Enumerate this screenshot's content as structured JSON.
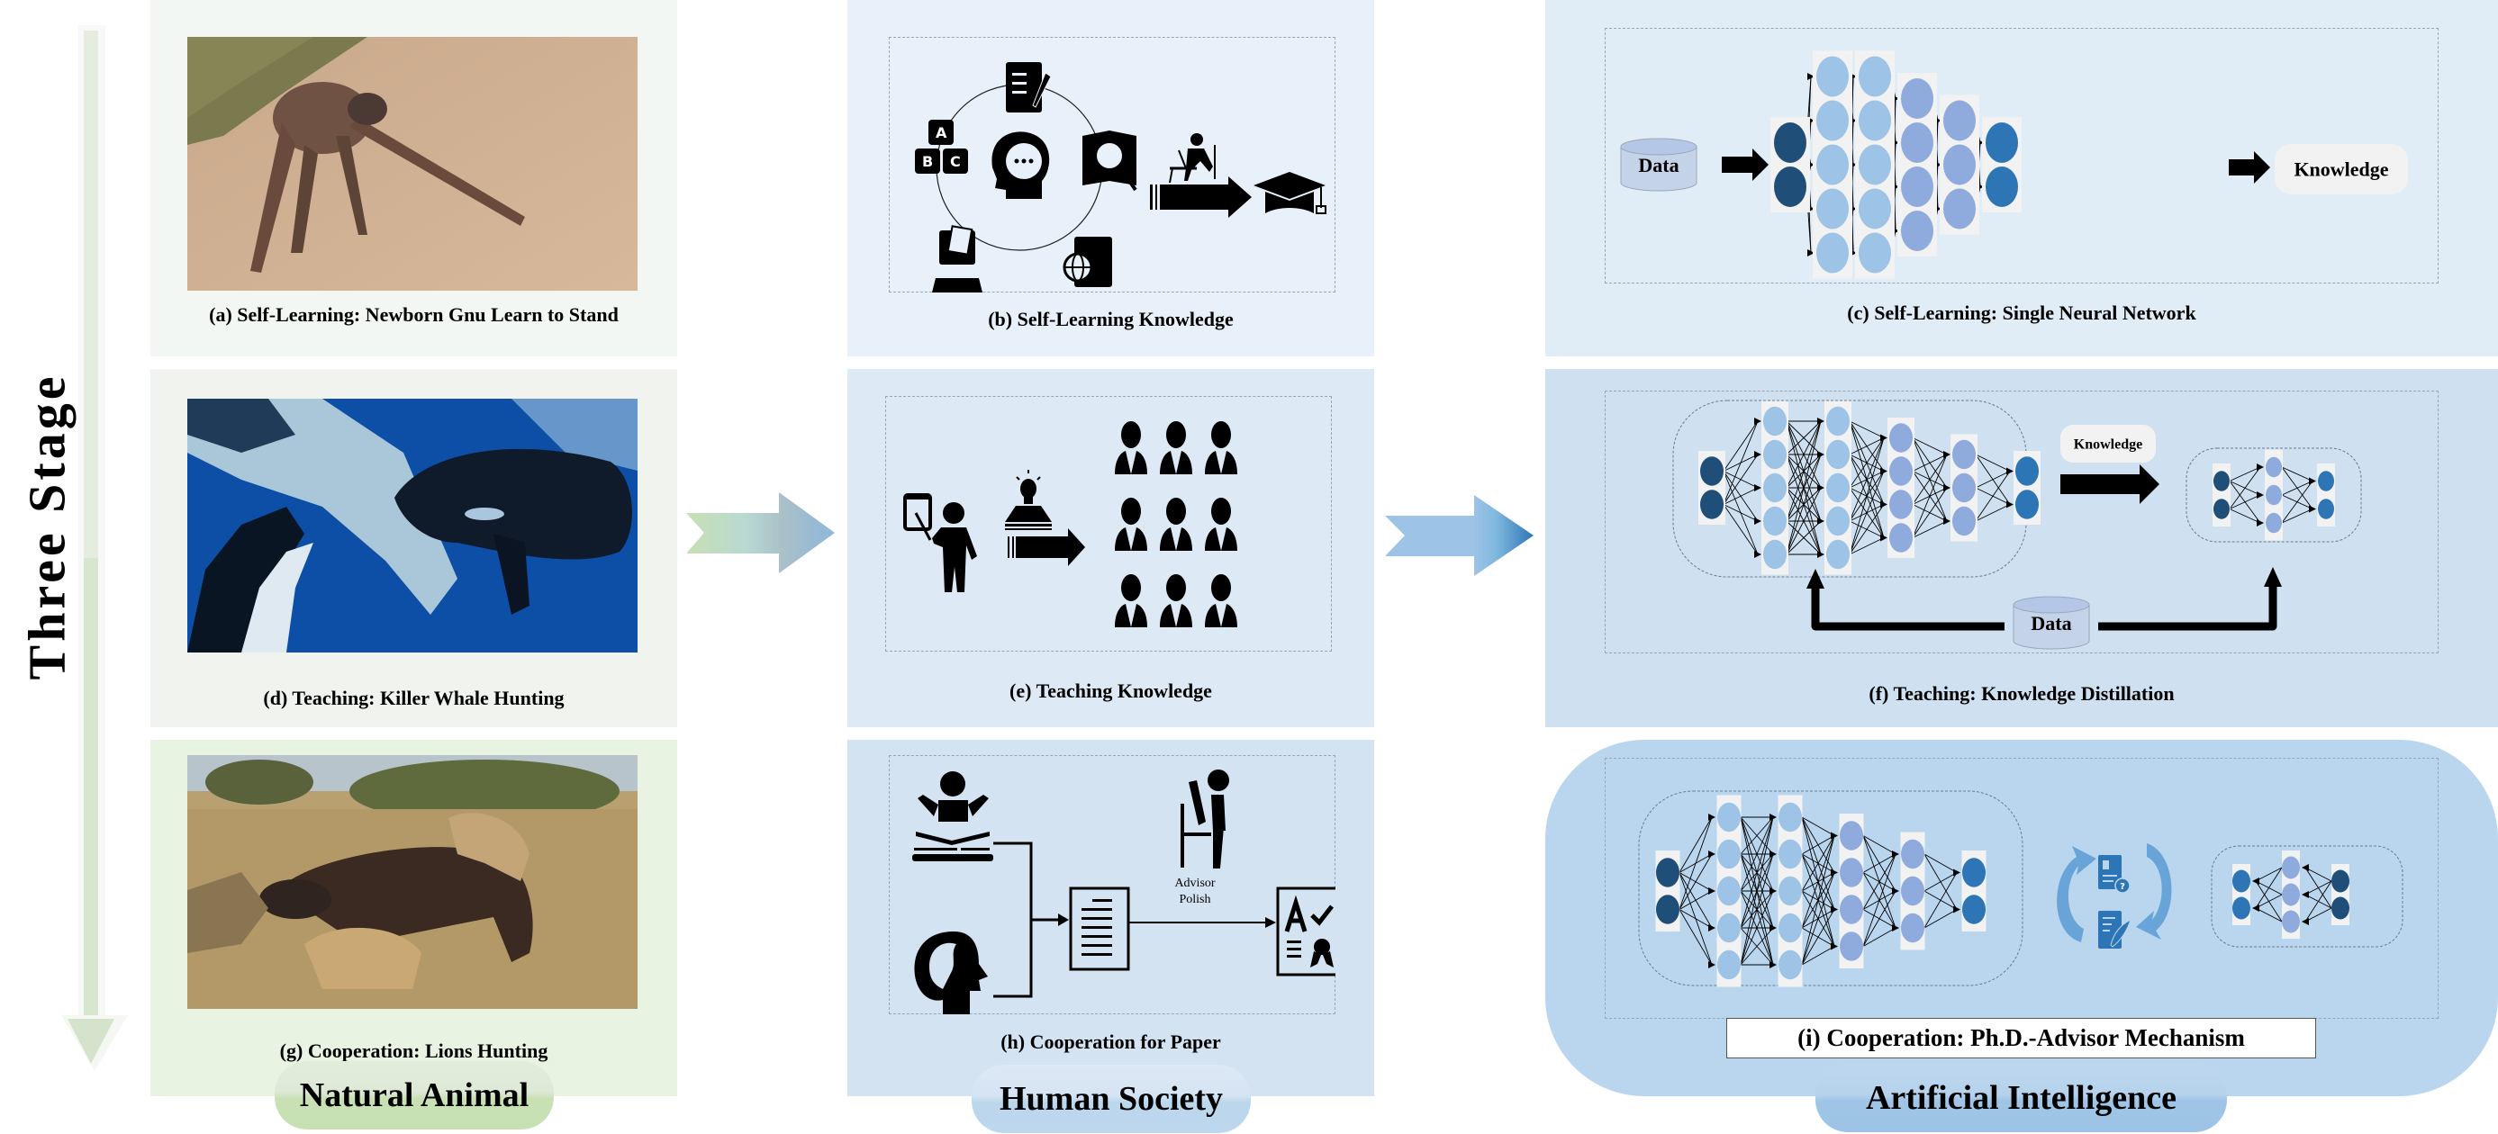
{
  "figure": {
    "side_label": "Three Stage",
    "columns": [
      {
        "id": "natural-animal",
        "label": "Natural Animal",
        "color": "#c6e0b4"
      },
      {
        "id": "human-society",
        "label": "Human Society",
        "color": "#bdd7ee"
      },
      {
        "id": "artificial-intelligence",
        "label": "Artificial Intelligence",
        "color": "#9dc3e6"
      }
    ],
    "panels": {
      "a": {
        "caption": "(a) Self-Learning:   Newborn Gnu Learn to Stand",
        "image": "newborn-gnu-photo"
      },
      "b": {
        "caption": "(b) Self-Learning Knowledge"
      },
      "c": {
        "caption": "(c) Self-Learning: Single Neural Network",
        "data_label": "Data",
        "knowledge_label": "Knowledge"
      },
      "d": {
        "caption": "(d) Teaching: Killer Whale Hunting",
        "image": "killer-whale-photo"
      },
      "e": {
        "caption": "(e) Teaching Knowledge"
      },
      "f": {
        "caption": "(f) Teaching: Knowledge Distillation",
        "data_label": "Data",
        "knowledge_label": "Knowledge"
      },
      "g": {
        "caption": "(g) Cooperation: Lions Hunting",
        "image": "lions-hunting-photo"
      },
      "h": {
        "caption": "(h) Cooperation for Paper",
        "advisor_label_1": "Advisor",
        "advisor_label_2": "Polish"
      },
      "i": {
        "caption": "(i) Cooperation: Ph.D.-Advisor Mechanism"
      }
    },
    "network": {
      "large_layers": [
        2,
        5,
        5,
        4,
        3,
        2
      ],
      "small_layers": [
        2,
        3,
        2
      ],
      "node_colors": [
        "#1f4e79",
        "#9dc3e6",
        "#9dc3e6",
        "#8faadc",
        "#8faadc",
        "#2e75b6"
      ]
    },
    "icons": {
      "b": [
        "abc-blocks-icon",
        "notebook-pencil-icon",
        "book-magnifier-icon",
        "head-thought-icon",
        "computer-icon",
        "globe-book-icon",
        "student-desk-icon",
        "graduation-cap-icon"
      ],
      "e": [
        "teacher-board-icon",
        "lightbulb-book-icon",
        "student-icon"
      ],
      "h": [
        "reader-icon",
        "thinking-head-icon",
        "document-icon",
        "advisor-desk-icon",
        "certificate-icon"
      ],
      "i": [
        "question-document-icon",
        "edit-document-icon",
        "cycle-arrow-icon"
      ]
    }
  }
}
